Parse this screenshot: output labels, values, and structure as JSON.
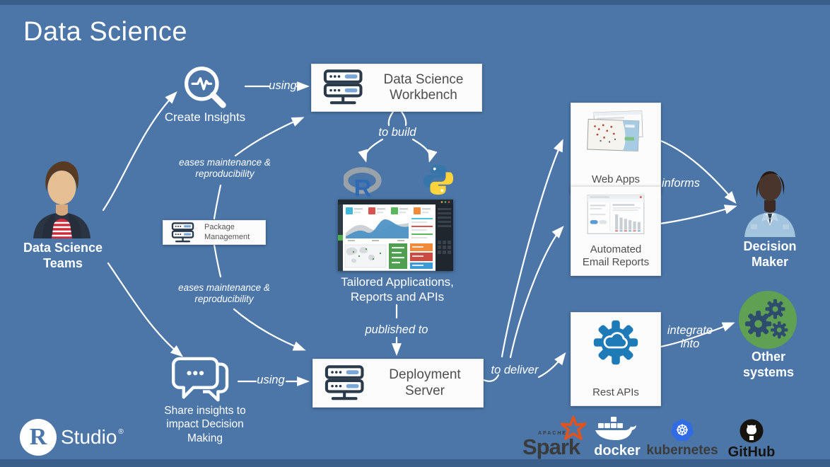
{
  "title": "Data Science",
  "nodes": {
    "teams": {
      "label": "Data Science\nTeams"
    },
    "create_insights": {
      "label": "Create Insights"
    },
    "workbench": {
      "label": "Data Science\nWorkbench"
    },
    "package_management": {
      "label": "Package\nManagement"
    },
    "share_insights": {
      "label": "Share insights to\nimpact Decision\nMaking"
    },
    "deployment_server": {
      "label": "Deployment\nServer"
    },
    "tailored_apps": {
      "label": "Tailored Applications,\nReports and APIs"
    },
    "web_apps": {
      "label": "Web Apps"
    },
    "email_reports": {
      "label": "Automated\nEmail Reports"
    },
    "rest_apis": {
      "label": "Rest APIs"
    },
    "decision_maker": {
      "label": "Decision\nMaker"
    },
    "other_systems": {
      "label": "Other systems"
    }
  },
  "edge_labels": {
    "using_create": "using",
    "using_share": "using",
    "to_build": "to build",
    "published_to": "published to",
    "to_deliver": "to deliver",
    "informs": "informs",
    "integrate_into": "integrate\ninto",
    "eases_top": "eases maintenance &\nreproducibility",
    "eases_bottom": "eases maintenance &\nreproducibility"
  },
  "footer": {
    "rstudio": {
      "initial": "R",
      "name": "Studio",
      "registered": "®"
    },
    "spark": {
      "small_label": "APACHE",
      "name": "Spark"
    },
    "docker": {
      "name": "docker"
    },
    "kubernetes": {
      "name": "kubernetes"
    },
    "github": {
      "name": "GitHub"
    }
  },
  "colors": {
    "background": "#4b76a7",
    "border_band": "#3d6392",
    "server_icon_navy": "#2b3a4a",
    "server_icon_blue": "#7aa7d8",
    "other_systems_green": "#5fa052",
    "rest_api_blue": "#1f7ab8",
    "kubernetes_blue": "#326ce5",
    "spark_orange": "#e2531c",
    "r_logo_blue": "#2f6bb3",
    "python_blue": "#3776ab",
    "python_yellow": "#ffd43b"
  }
}
